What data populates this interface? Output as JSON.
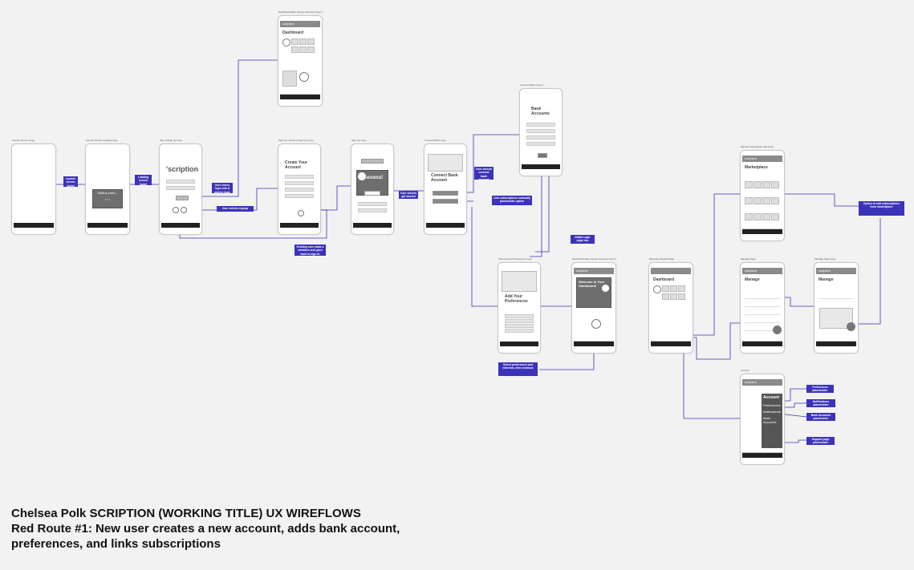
{
  "screens": {
    "launch": "Launch Screen Copy",
    "launch_loading": "Launch Screen Loading Copy",
    "sign_in": "Sign In/Sign up Copy",
    "create": "Sign Up: Create A Sign Up Copy",
    "success": "Sign Up Copy",
    "connect_bank": "Connect Bank Copy",
    "bank_accounts": "Connect Bank Copy 2",
    "dash_top": "Dashboard Main Screen Success Copy 2",
    "prefs": "Add Account Preferences Copy",
    "dash_welcome": "Dashboard Main Screen Success Copy 3",
    "dash_expanded": "Expanded Search Main",
    "marketplace": "Manual Subscription Add Copy",
    "manage1": "Manage Page",
    "manage2": "Manage Page Copy",
    "account": "Account"
  },
  "app": {
    "brand": "'scription",
    "appbar_brand": "scription",
    "setting_subs": "Setting subs...",
    "dashboard": "Dashboard",
    "create_account": "Create Your Account",
    "success": "Success!",
    "connect_bank_account": "Connect Bank Account",
    "bank_accounts": "Bank Accounts",
    "add_prefs": "Add Your Preferences",
    "welcome": "Welcome to Your Dashboard!",
    "marketplace": "Marketplace",
    "manage": "Manage",
    "account": "Account",
    "account_menu": [
      "Preferences",
      "Notifications",
      "Bank Accounts"
    ]
  },
  "notes": {
    "launch": "Launch screen (auto)",
    "loading": "Loading screen (auto)",
    "login": "User enters login info & selects login",
    "signup": "User selects signup",
    "existing": "Existing user make a mistakes and goes back to sign-in",
    "get_started": "User selects get started",
    "connect": "User selects connect bank account",
    "link": "Link subscriptions manually placeholder option",
    "onboarding": "Initial Login page has onboarding steps",
    "select_prefs": "Select preferences and interests, then continue",
    "marketplace": "Option to add subscriptions from marketplace",
    "prefs_ph": "Preferences placeholder",
    "notif_ph": "Notifications placeholder",
    "bank_ph": "Bank Accounts placeholder",
    "support_ph": "Support page placeholder"
  },
  "caption": {
    "line1": "Chelsea Polk SCRIPTION (WORKING TITLE) UX WIREFLOWS",
    "line2": "Red Route #1: New user creates a new account, adds bank account,",
    "line3": "preferences, and links subscriptions"
  },
  "colors": {
    "note": "#3b33b8",
    "line": "#3b33b8",
    "canvas": "#f2f2f2"
  }
}
